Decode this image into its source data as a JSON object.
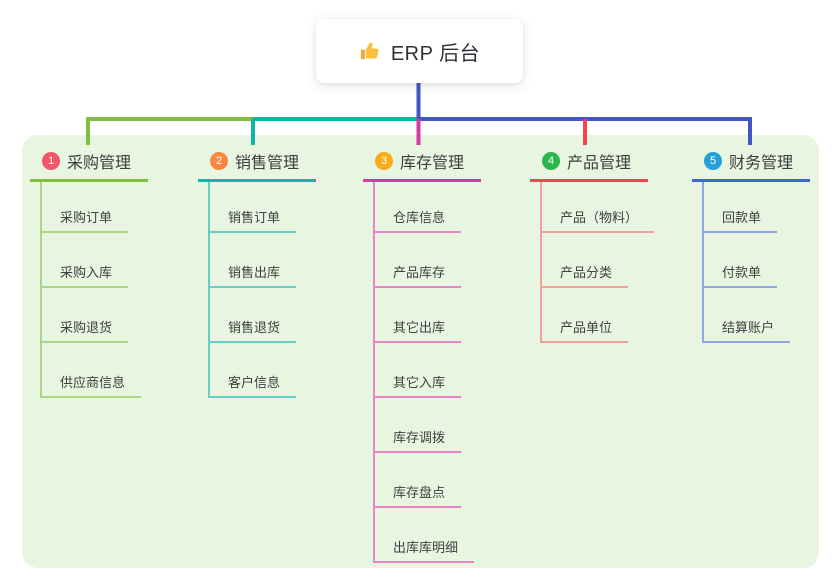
{
  "root": {
    "icon": "thumbs-up",
    "title": "ERP 后台"
  },
  "theme": {
    "canvas_bg": "#ffffff",
    "panel_bg": "#e8f5e1",
    "trunk_color": "#4355c4",
    "header_text_color": "#3d3d3d",
    "child_text_color": "#404040",
    "root_text_color": "#2e3138"
  },
  "branches": [
    {
      "badge": "1",
      "label": "采购管理",
      "badge_color": "#f1556a",
      "line_color": "#7fc03f",
      "child_line_color": "#a9d67e",
      "children": [
        "采购订单",
        "采购入库",
        "采购退货",
        "供应商信息"
      ]
    },
    {
      "badge": "2",
      "label": "销售管理",
      "badge_color": "#f8873f",
      "line_color": "#0fb5a9",
      "child_line_color": "#68cdc5",
      "children": [
        "销售订单",
        "销售出库",
        "销售退货",
        "客户信息"
      ]
    },
    {
      "badge": "3",
      "label": "库存管理",
      "badge_color": "#f9ac18",
      "line_color": "#d53a9e",
      "child_line_color": "#ea85c5",
      "children": [
        "仓库信息",
        "产品库存",
        "其它出库",
        "其它入库",
        "库存调拨",
        "库存盘点",
        "出库库明细"
      ]
    },
    {
      "badge": "4",
      "label": "产品管理",
      "badge_color": "#2db54e",
      "line_color": "#f4454f",
      "child_line_color": "#f79e9c",
      "children": [
        "产品（物料）",
        "产品分类",
        "产品单位"
      ]
    },
    {
      "badge": "5",
      "label": "财务管理",
      "badge_color": "#27a0d8",
      "line_color": "#3e68c9",
      "child_line_color": "#8fa9e0",
      "children": [
        "回款单",
        "付款单",
        "结算账户"
      ]
    }
  ]
}
